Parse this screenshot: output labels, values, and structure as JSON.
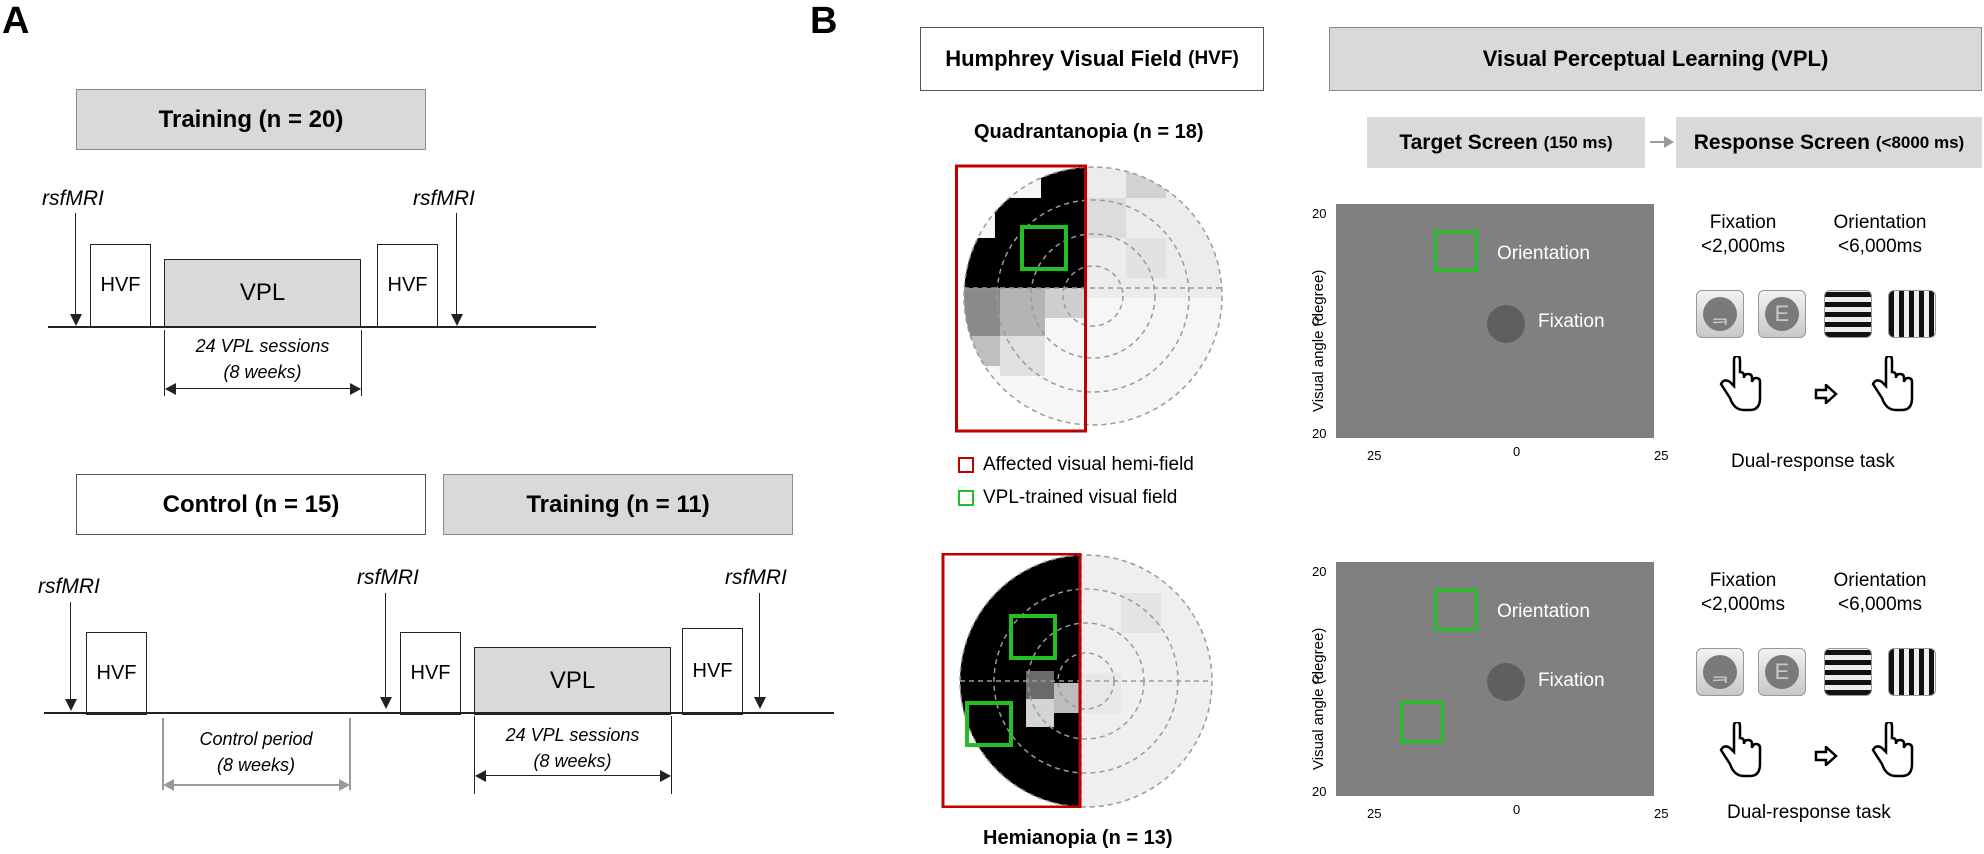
{
  "panels": {
    "a": "A",
    "b": "B"
  },
  "panelA": {
    "top": {
      "title": "Training  (n = 20)",
      "rsf1": "rsfMRI",
      "rsf2": "rsfMRI",
      "hvf": "HVF",
      "vpl": "VPL",
      "sessions": "24 VPL sessions",
      "duration": "(8 weeks)"
    },
    "bottom": {
      "control_title": "Control (n = 15)",
      "training_title": "Training  (n = 11)",
      "rsf1": "rsfMRI",
      "rsf2": "rsfMRI",
      "rsf3": "rsfMRI",
      "hvf": "HVF",
      "vpl": "VPL",
      "control_period": "Control period",
      "control_duration": "(8 weeks)",
      "sessions": "24 VPL sessions",
      "duration": "(8 weeks)"
    }
  },
  "panelB": {
    "hvf_title": "Humphrey Visual Field",
    "hvf_abbr": "(HVF)",
    "vpl_title": "Visual Perceptual Learning (VPL)",
    "target_screen": "Target Screen",
    "target_time": "(150 ms)",
    "response_screen": "Response Screen",
    "response_time": "(<8000 ms)",
    "quadrantanopia": "Quadrantanopia (n = 18)",
    "hemianopia": "Hemianopia (n = 13)",
    "legend_affected": "Affected visual hemi-field",
    "legend_trained": "VPL-trained visual field",
    "screen": {
      "ylabel": "Visual angle (degree)",
      "y_top": "20",
      "y_mid": "0",
      "y_bot": "20",
      "x_left": "25",
      "x_mid": "0",
      "x_right": "25",
      "orientation": "Orientation",
      "fixation": "Fixation"
    },
    "task": {
      "fixation_hdr": "Fixation",
      "fixation_time": "<2,000ms",
      "orientation_hdr": "Orientation",
      "orientation_time": "<6,000ms",
      "key_f": "ᆿ",
      "key_e": "E",
      "caption": "Dual-response task"
    },
    "colors": {
      "affected": "#c00000",
      "trained": "#22c022",
      "screen": "#808080",
      "box_gray": "#d9d9d9"
    }
  }
}
